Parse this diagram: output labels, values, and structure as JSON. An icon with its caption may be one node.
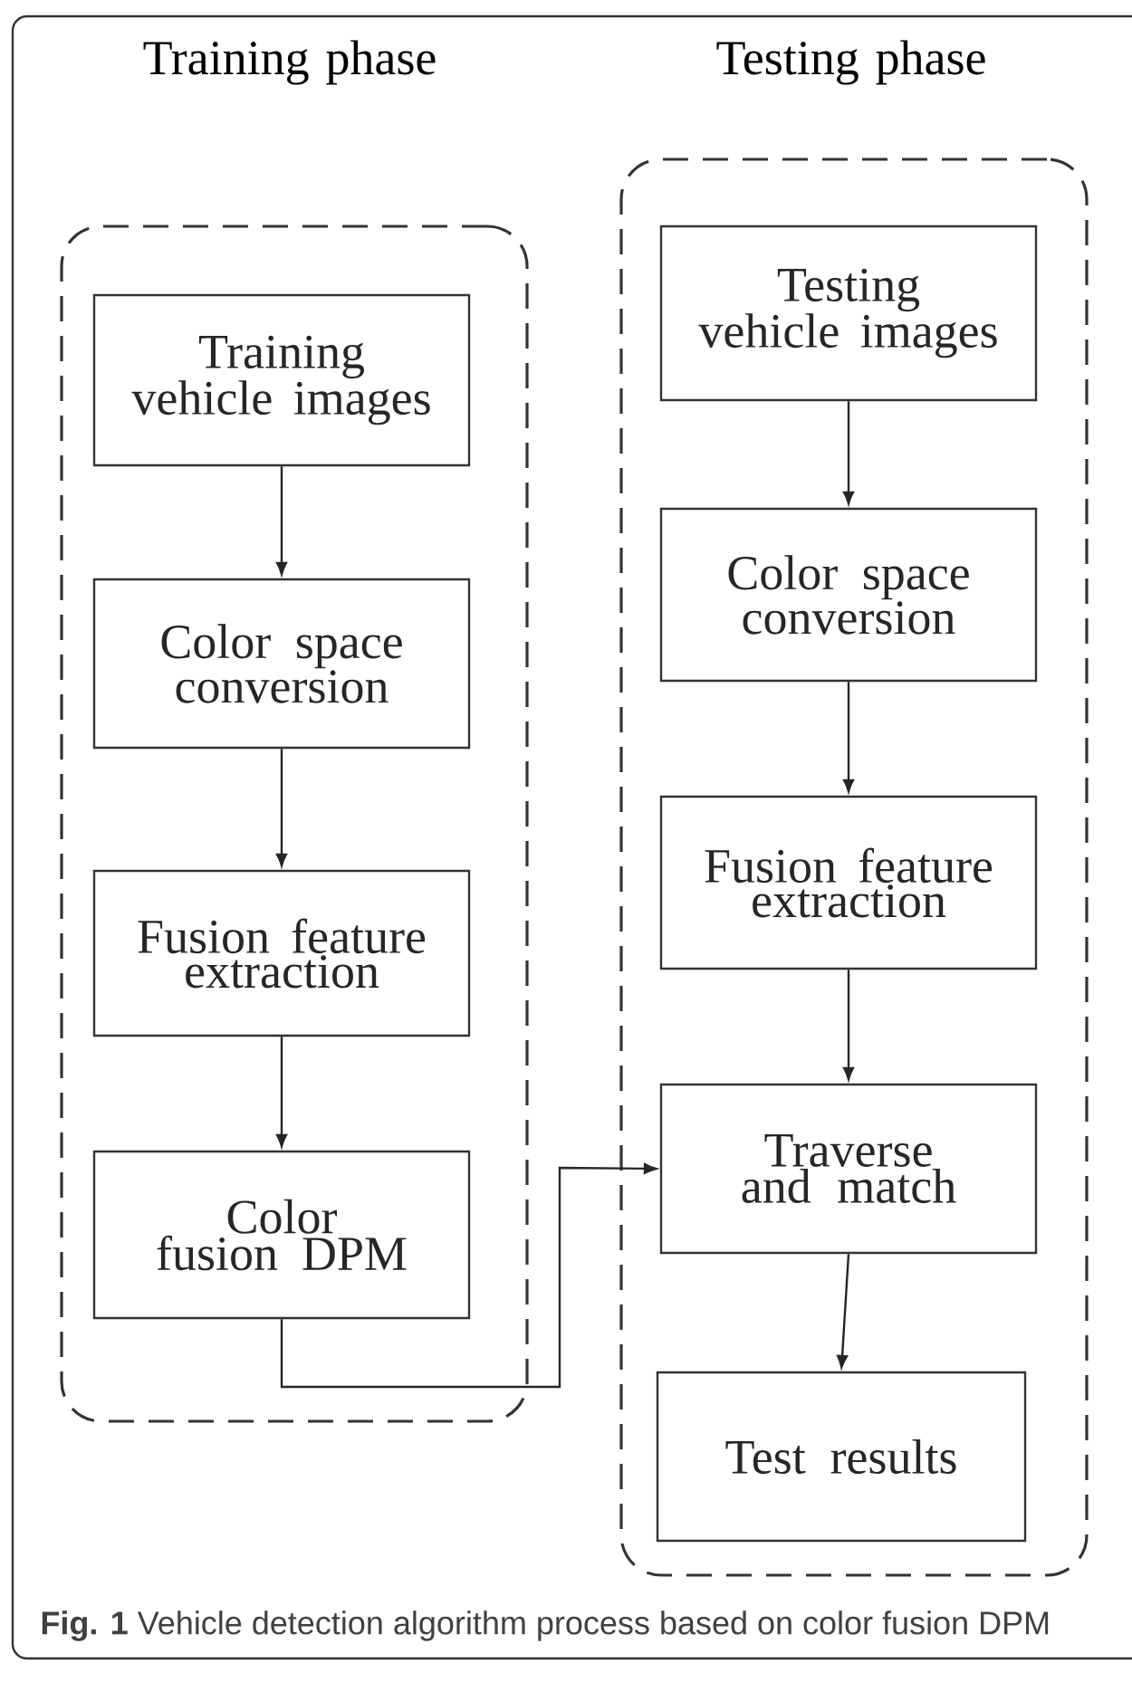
{
  "diagram": {
    "caption": "**Fig. 1** Vehicle detection algorithm process based on color fusion DPM",
    "nodes": [
      {
        "text": [
          "Training phase"
        ]
      },
      {
        "text": [
          "Training vehicle images"
        ],
        "in": 0
      },
      {
        "text": [
          "Color space conversion"
        ],
        "in": 0
      },
      {
        "text": [
          "Fusion feature extraction"
        ],
        "in": 0
      },
      {
        "text": [
          "Color fusion DPM"
        ],
        "in": 0
      },
      {
        "text": [
          "Testing phase"
        ]
      },
      {
        "text": [
          "Testing vehicle images"
        ],
        "in": 5
      },
      {
        "text": [
          "Color space conversion"
        ],
        "in": 5
      },
      {
        "text": [
          "Fusion feature extraction"
        ],
        "in": 5
      },
      {
        "text": [
          "Traverse and match"
        ],
        "in": 5
      },
      {
        "text": [
          "Test results"
        ],
        "in": 5
      }
    ],
    "edges": [
      {
        "from": 1,
        "to": 2,
        "arrow": "to"
      },
      {
        "from": 2,
        "to": 3,
        "arrow": "to"
      },
      {
        "from": 3,
        "to": 4,
        "arrow": "to"
      },
      {
        "from": 4,
        "to": 9,
        "arrow": "to"
      },
      {
        "from": 6,
        "to": 7,
        "arrow": "to"
      },
      {
        "from": 7,
        "to": 8,
        "arrow": "to"
      },
      {
        "from": 8,
        "to": 9,
        "arrow": "to"
      },
      {
        "from": 9,
        "to": 10,
        "arrow": "to"
      }
    ]
  }
}
